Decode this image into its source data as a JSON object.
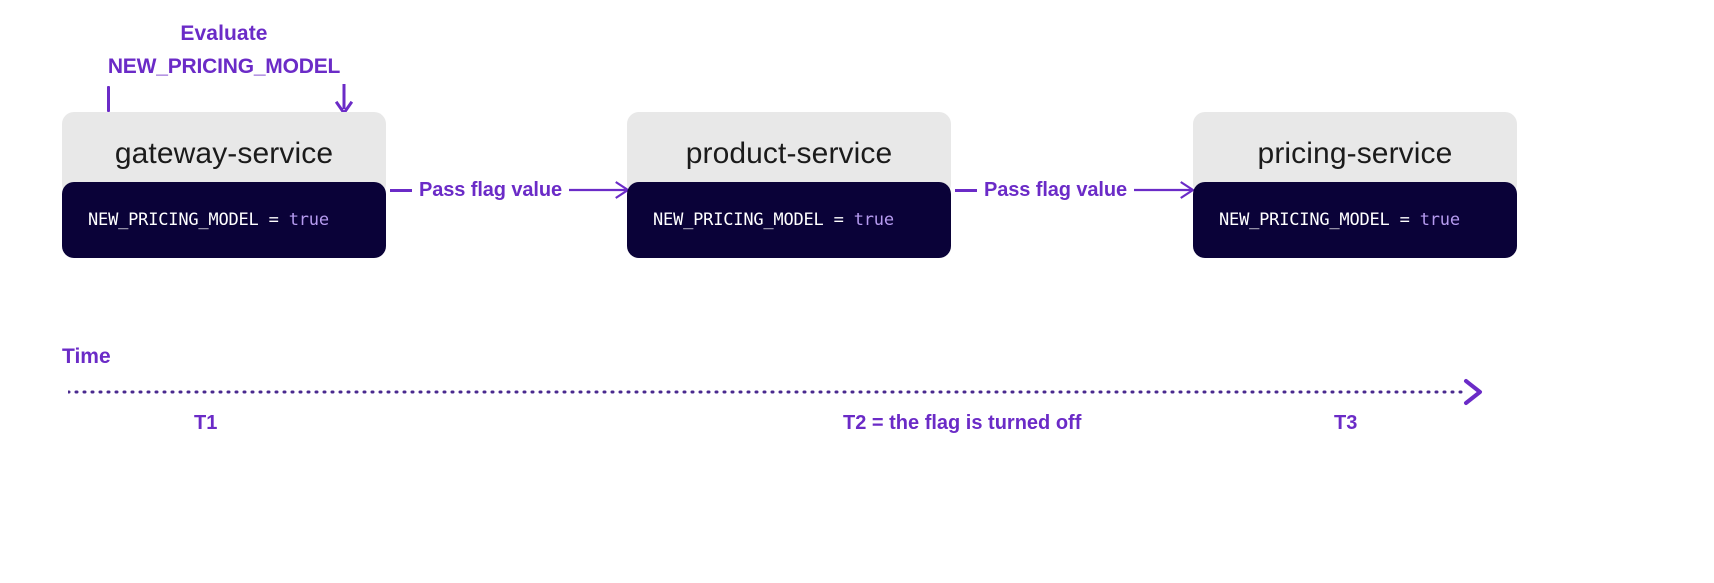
{
  "diagram": {
    "annotation": {
      "line1": "Evaluate",
      "line2": "NEW_PRICING_MODEL"
    },
    "accent_color": "#6b2bc7",
    "code_bg_color": "#0a0238",
    "header_bg_color": "#e8e8e8",
    "value_color": "#b69bf0",
    "services": [
      {
        "name": "gateway-service",
        "code_key": "NEW_PRICING_MODEL",
        "code_eq": "=",
        "code_value": "true"
      },
      {
        "name": "product-service",
        "code_key": "NEW_PRICING_MODEL",
        "code_eq": "=",
        "code_value": "true"
      },
      {
        "name": "pricing-service",
        "code_key": "NEW_PRICING_MODEL",
        "code_eq": "=",
        "code_value": "true"
      }
    ],
    "connectors": [
      {
        "label": "Pass flag value"
      },
      {
        "label": "Pass flag value"
      }
    ],
    "timeline": {
      "title": "Time",
      "ticks": [
        {
          "label": "T1"
        },
        {
          "label": "T2 = the flag is turned off"
        },
        {
          "label": "T3"
        }
      ]
    }
  }
}
